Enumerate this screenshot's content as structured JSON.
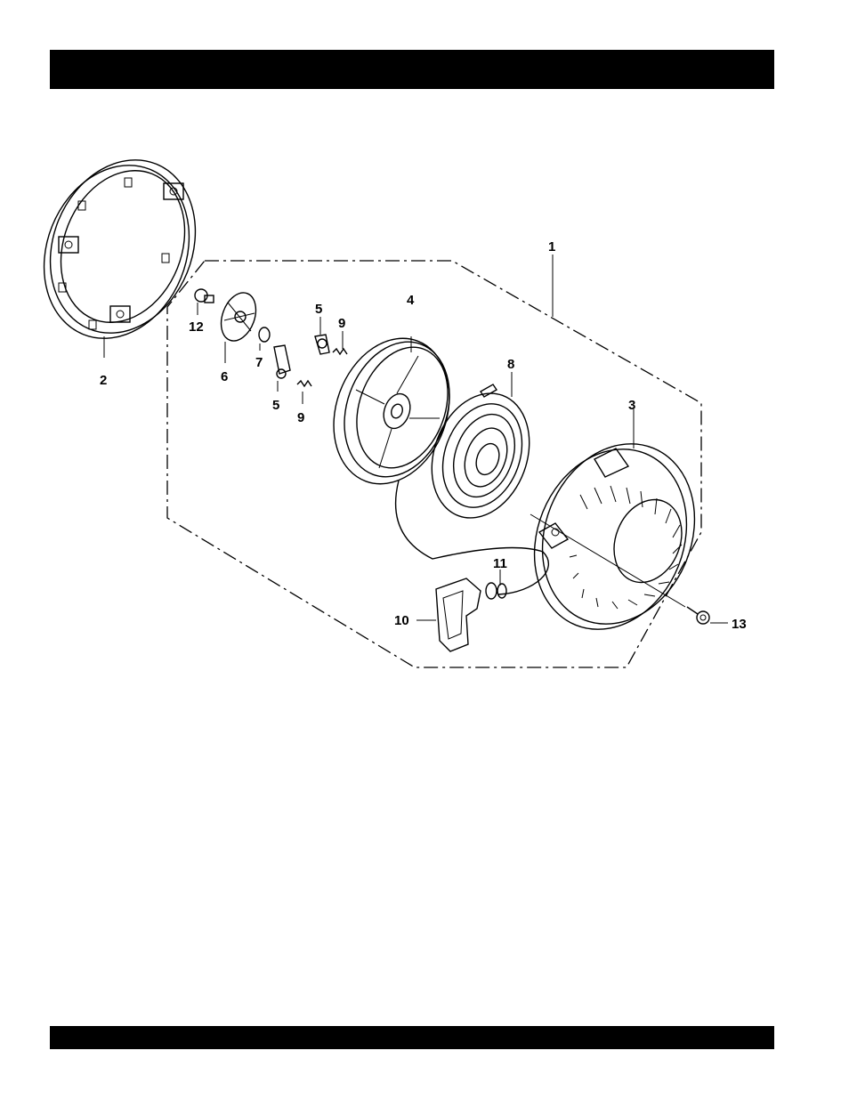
{
  "header": {
    "title": ""
  },
  "footer": {
    "text": ""
  },
  "diagram": {
    "callouts": {
      "c1": "1",
      "c2": "2",
      "c3": "3",
      "c4": "4",
      "c5a": "5",
      "c5b": "5",
      "c6": "6",
      "c7": "7",
      "c8": "8",
      "c9a": "9",
      "c9b": "9",
      "c10": "10",
      "c11": "11",
      "c12": "12",
      "c13": "13"
    }
  }
}
